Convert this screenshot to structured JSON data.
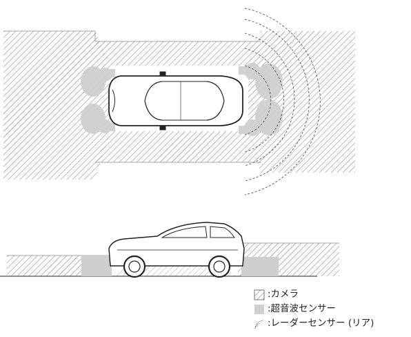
{
  "legend": {
    "camera": ":カメラ",
    "ultrasonic": ":超音波センサー",
    "radar": ":レーダーセンサー (リア)"
  },
  "colors": {
    "hatch": "#555555",
    "sensor_gray": "#cccccc",
    "radar_line": "#555555",
    "outline": "#222222"
  }
}
